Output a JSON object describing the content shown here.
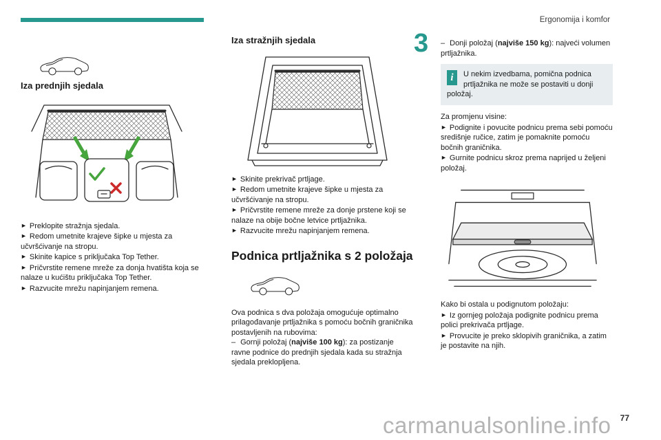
{
  "colors": {
    "accent": "#27988d",
    "info_box_bg": "#e8eef0",
    "text": "#1a1a1a",
    "watermark": "#a8a8a8",
    "check_green": "#46a53c",
    "cross_red": "#cc2a2a"
  },
  "glyphs": {
    "step_marker": "►",
    "dash": "–",
    "info": "i"
  },
  "header": {
    "chapter_title": "Ergonomija i komfor",
    "chapter_number": "3"
  },
  "footer": {
    "page_number": "77",
    "watermark": "carmanualsonline.info"
  },
  "front_seats_section": {
    "heading": "Iza prednjih sjedala",
    "steps": [
      "Preklopite stražnja sjedala.",
      "Redom umetnite krajeve šipke u mjesta za učvršćivanje na stropu.",
      "Skinite kapice s priključaka Top Tether.",
      "Pričvrstite remene mreže za donja hvatišta koja se nalaze u kućištu priključaka Top Tether.",
      "Razvucite mrežu napinjanjem remena."
    ]
  },
  "rear_seats_section": {
    "heading": "Iza stražnjih sjedala",
    "steps": [
      "Skinite prekrivač prtljage.",
      "Redom umetnite krajeve šipke u mjesta za učvršćivanje na stropu.",
      "Pričvrstite remene mreže za donje prstene koji se nalaze na obije bočne letvice prtljažnika.",
      "Razvucite mrežu napinjanjem remena."
    ]
  },
  "floor_section": {
    "title": "Podnica prtljažnika s 2 položaja",
    "intro": "Ova podnica s dva položaja omogućuje optimalno prilagođavanje prtljažnika s pomoću bočnih graničnika postavljenih na rubovima:",
    "positions": [
      {
        "prefix": "Gornji položaj (",
        "bold": "najviše 100 kg",
        "suffix": "): za postizanje ravne podnice do prednjih sjedala kada su stražnja sjedala preklopljena."
      },
      {
        "prefix": "Donji položaj (",
        "bold": "najviše 150 kg",
        "suffix": "): najveći volumen prtljažnika."
      }
    ],
    "info_note": "U nekim izvedbama, pomična podnica prtljažnika ne može se postaviti u donji položaj.",
    "height_change": {
      "lead": "Za promjenu visine:",
      "steps": [
        "Podignite i povucite podnicu prema sebi pomoću središnje ručice, zatim je pomaknite pomoću bočnih graničnika.",
        "Gurnite podnicu skroz prema naprijed u željeni položaj."
      ]
    },
    "raised_position": {
      "lead": "Kako bi ostala u podignutom položaju:",
      "steps": [
        "Iz gornjeg položaja podignite podnicu prema polici prekrivača prtljage.",
        "Provucite je preko sklopivih graničnika, a zatim je postavite na njih."
      ]
    }
  }
}
